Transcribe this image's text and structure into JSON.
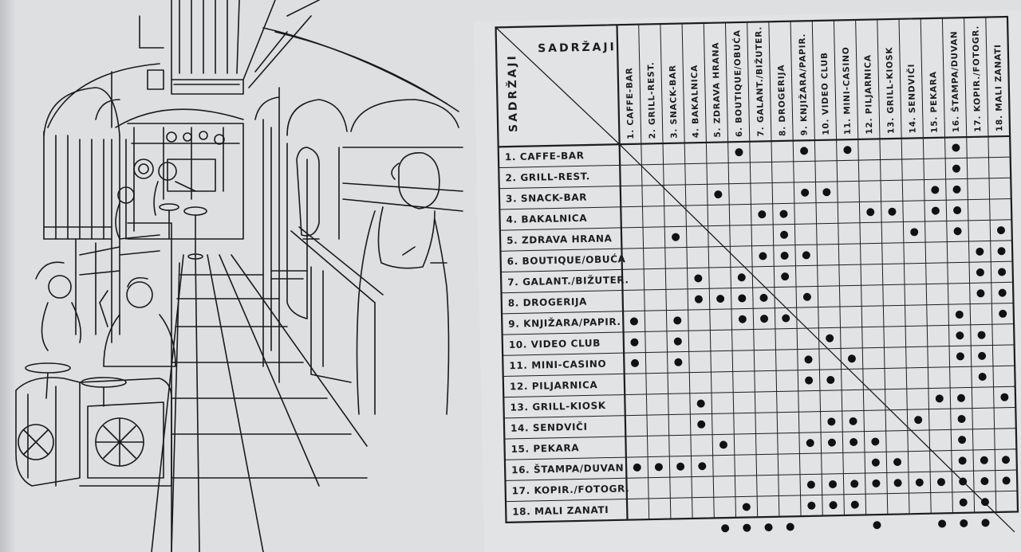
{
  "matrix": {
    "corner_top_label": "SADRŽAJI",
    "corner_side_label": "SADRŽAJI",
    "columns": [
      "1. CAFFE-BAR",
      "2. GRILL-REST.",
      "3. SNACK-BAR",
      "4. BAKALNICA",
      "5. ZDRAVA HRANA",
      "6. BOUTIQUE/OBUĆA",
      "7. GALANT./BIŽUTER.",
      "8. DROGERIJA",
      "9. KNJIŽARA/PAPIR.",
      "10. VIDEO CLUB",
      "11. MINI-CASINO",
      "12. PILJARNICA",
      "13. GRILL-KIOSK",
      "14. SENDVIČI",
      "15. PEKARA",
      "16. ŠTAMPA/DUVAN",
      "17. KOPIR./FOTOGR.",
      "18. MALI ZANATI"
    ],
    "rows": [
      "1. CAFFE-BAR",
      "2. GRILL-REST.",
      "3. SNACK-BAR",
      "4. BAKALNICA",
      "5. ZDRAVA HRANA",
      "6. BOUTIQUE/OBUĆA",
      "7. GALANT./BIŽUTER.",
      "8. DROGERIJA",
      "9. KNJIŽARA/PAPIR.",
      "10. VIDEO CLUB",
      "11. MINI-CASINO",
      "12. PILJARNICA",
      "13. GRILL-KIOSK",
      "14. SENDVIČI",
      "15. PEKARA",
      "16. ŠTAMPA/DUVAN",
      "17. KOPIR./FOTOGR.",
      "18. MALI ZANATI"
    ],
    "compatible_pairs": [
      [
        1,
        6
      ],
      [
        1,
        9
      ],
      [
        1,
        11
      ],
      [
        1,
        16
      ],
      [
        2,
        16
      ],
      [
        3,
        5
      ],
      [
        3,
        9
      ],
      [
        3,
        10
      ],
      [
        3,
        15
      ],
      [
        3,
        16
      ],
      [
        4,
        7
      ],
      [
        4,
        8
      ],
      [
        4,
        12
      ],
      [
        4,
        13
      ],
      [
        4,
        15
      ],
      [
        4,
        16
      ],
      [
        5,
        3
      ],
      [
        5,
        8
      ],
      [
        5,
        14
      ],
      [
        5,
        16
      ],
      [
        5,
        18
      ],
      [
        6,
        7
      ],
      [
        6,
        8
      ],
      [
        6,
        9
      ],
      [
        6,
        17
      ],
      [
        6,
        18
      ],
      [
        7,
        4
      ],
      [
        7,
        6
      ],
      [
        7,
        8
      ],
      [
        7,
        17
      ],
      [
        7,
        18
      ],
      [
        8,
        4
      ],
      [
        8,
        5
      ],
      [
        8,
        6
      ],
      [
        8,
        7
      ],
      [
        8,
        9
      ],
      [
        8,
        17
      ],
      [
        8,
        18
      ],
      [
        9,
        1
      ],
      [
        9,
        3
      ],
      [
        9,
        6
      ],
      [
        9,
        7
      ],
      [
        9,
        8
      ],
      [
        9,
        16
      ],
      [
        9,
        18
      ],
      [
        10,
        1
      ],
      [
        10,
        3
      ],
      [
        10,
        10
      ],
      [
        10,
        16
      ],
      [
        10,
        17
      ],
      [
        11,
        1
      ],
      [
        11,
        3
      ],
      [
        11,
        9
      ],
      [
        11,
        11
      ],
      [
        11,
        16
      ],
      [
        11,
        17
      ],
      [
        12,
        9
      ],
      [
        12,
        10
      ],
      [
        12,
        17
      ],
      [
        13,
        4
      ],
      [
        13,
        15
      ],
      [
        13,
        16
      ],
      [
        13,
        18
      ],
      [
        14,
        4
      ],
      [
        14,
        10
      ],
      [
        14,
        11
      ],
      [
        14,
        14
      ],
      [
        14,
        16
      ],
      [
        15,
        5
      ],
      [
        15,
        9
      ],
      [
        15,
        10
      ],
      [
        15,
        11
      ],
      [
        15,
        12
      ],
      [
        15,
        16
      ],
      [
        16,
        1
      ],
      [
        16,
        2
      ],
      [
        16,
        3
      ],
      [
        16,
        4
      ],
      [
        16,
        12
      ],
      [
        16,
        13
      ],
      [
        16,
        16
      ],
      [
        16,
        17
      ],
      [
        16,
        18
      ],
      [
        17,
        9
      ],
      [
        17,
        10
      ],
      [
        17,
        11
      ],
      [
        17,
        12
      ],
      [
        17,
        13
      ],
      [
        17,
        14
      ],
      [
        17,
        15
      ],
      [
        17,
        16
      ],
      [
        17,
        17
      ],
      [
        17,
        18
      ],
      [
        18,
        6
      ],
      [
        18,
        9
      ],
      [
        18,
        10
      ],
      [
        18,
        11
      ],
      [
        18,
        16
      ],
      [
        18,
        17
      ]
    ],
    "extra_dots_below_table": [
      5,
      6,
      7,
      8,
      12,
      15,
      16,
      17
    ]
  }
}
